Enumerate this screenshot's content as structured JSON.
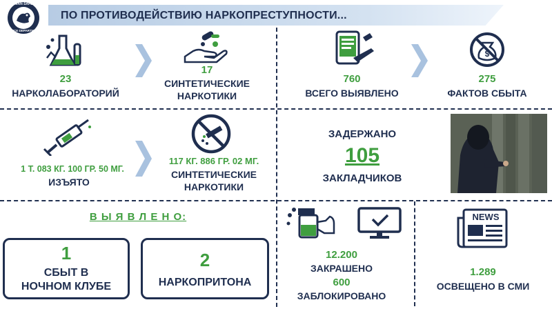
{
  "header": {
    "title": "ПО ПРОТИВОДЕЙСТВИЮ НАРКОПРЕСТУПНОСТИ..."
  },
  "logo": {
    "top_text": "HUMAN SAFETY",
    "bottom_text": "POLICE DEPARTMENT"
  },
  "row1": {
    "labs": {
      "value": "23",
      "label": "НАРКОЛАБОРАТОРИЙ",
      "icon": "lab-flasks-icon"
    },
    "synthetic": {
      "value": "17",
      "label_line1": "СИНТЕТИЧЕСКИЕ",
      "label_line2": "НАРКОТИКИ",
      "icon": "hand-pills-icon"
    },
    "detected": {
      "value": "760",
      "label": "ВСЕГО ВЫЯВЛЕНО",
      "icon": "phone-laptop-icon"
    },
    "sales": {
      "value": "275",
      "label": "ФАКТОВ СБЫТА",
      "icon": "no-money-bag-icon"
    }
  },
  "row2": {
    "seized": {
      "value": "1 Т. 083 КГ. 100 ГР. 50 МГ.",
      "label": "ИЗЪЯТО",
      "icon": "syringe-icon"
    },
    "synthetic_seized": {
      "value": "117 КГ. 886 ГР. 02 МГ.",
      "label_line1": "СИНТЕТИЧЕСКИЕ",
      "label_line2": "НАРКОТИКИ",
      "icon": "no-drugs-icon"
    },
    "detained": {
      "line1": "ЗАДЕРЖАНО",
      "value": "105",
      "line2": "ЗАКЛАДЧИКОВ"
    }
  },
  "row3": {
    "revealed_title": "В Ы Я В Л Е Н О:",
    "club": {
      "value": "1",
      "line1": "СБЫТ В",
      "line2": "НОЧНОМ КЛУБЕ"
    },
    "dens": {
      "value": "2",
      "label": "НАРКОПРИТОНА"
    },
    "painted": {
      "value": "12.200",
      "label": "ЗАКРАШЕНО",
      "icon": "spray-can-icon"
    },
    "blocked": {
      "value": "600",
      "label": "ЗАБЛОКИРОВАНО",
      "icon": "monitor-check-icon"
    },
    "media": {
      "value": "1.289",
      "label": "ОСВЕЩЕНО В СМИ",
      "icon": "newspaper-icon",
      "news_word": "NEWS"
    }
  },
  "colors": {
    "navy": "#1f2e4f",
    "green": "#3f9e3f",
    "header_bg": "#c6d8ec",
    "arrow": "#a9c2df"
  }
}
